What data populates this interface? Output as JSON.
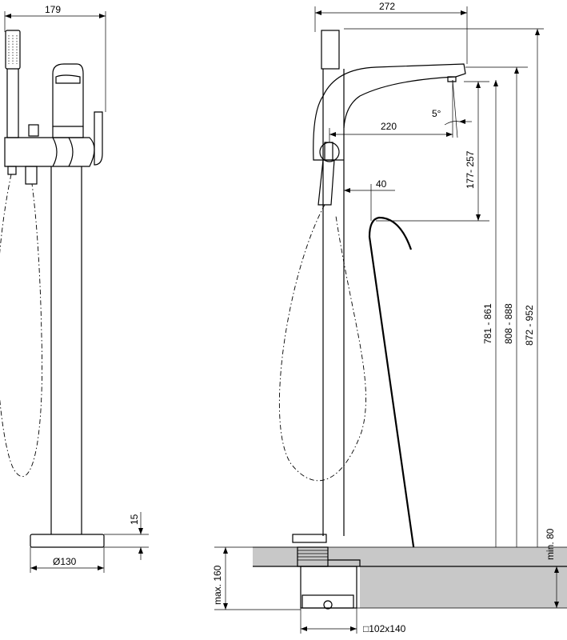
{
  "dimensions": {
    "front_width": "179",
    "side_width": "272",
    "spout_reach": "220",
    "spout_angle": "5°",
    "spout_height_range": "177- 257",
    "handshower_offset": "40",
    "height_1": "781 - 861",
    "height_2": "808 - 888",
    "height_3": "872 - 952",
    "base_thickness": "15",
    "base_diameter": "Ø130",
    "install_depth": "max. 160",
    "min_depth": "min. 80",
    "box_size": "□102x140"
  },
  "colors": {
    "line": "#000000",
    "floor": "#c8c8c8",
    "background": "#ffffff"
  }
}
